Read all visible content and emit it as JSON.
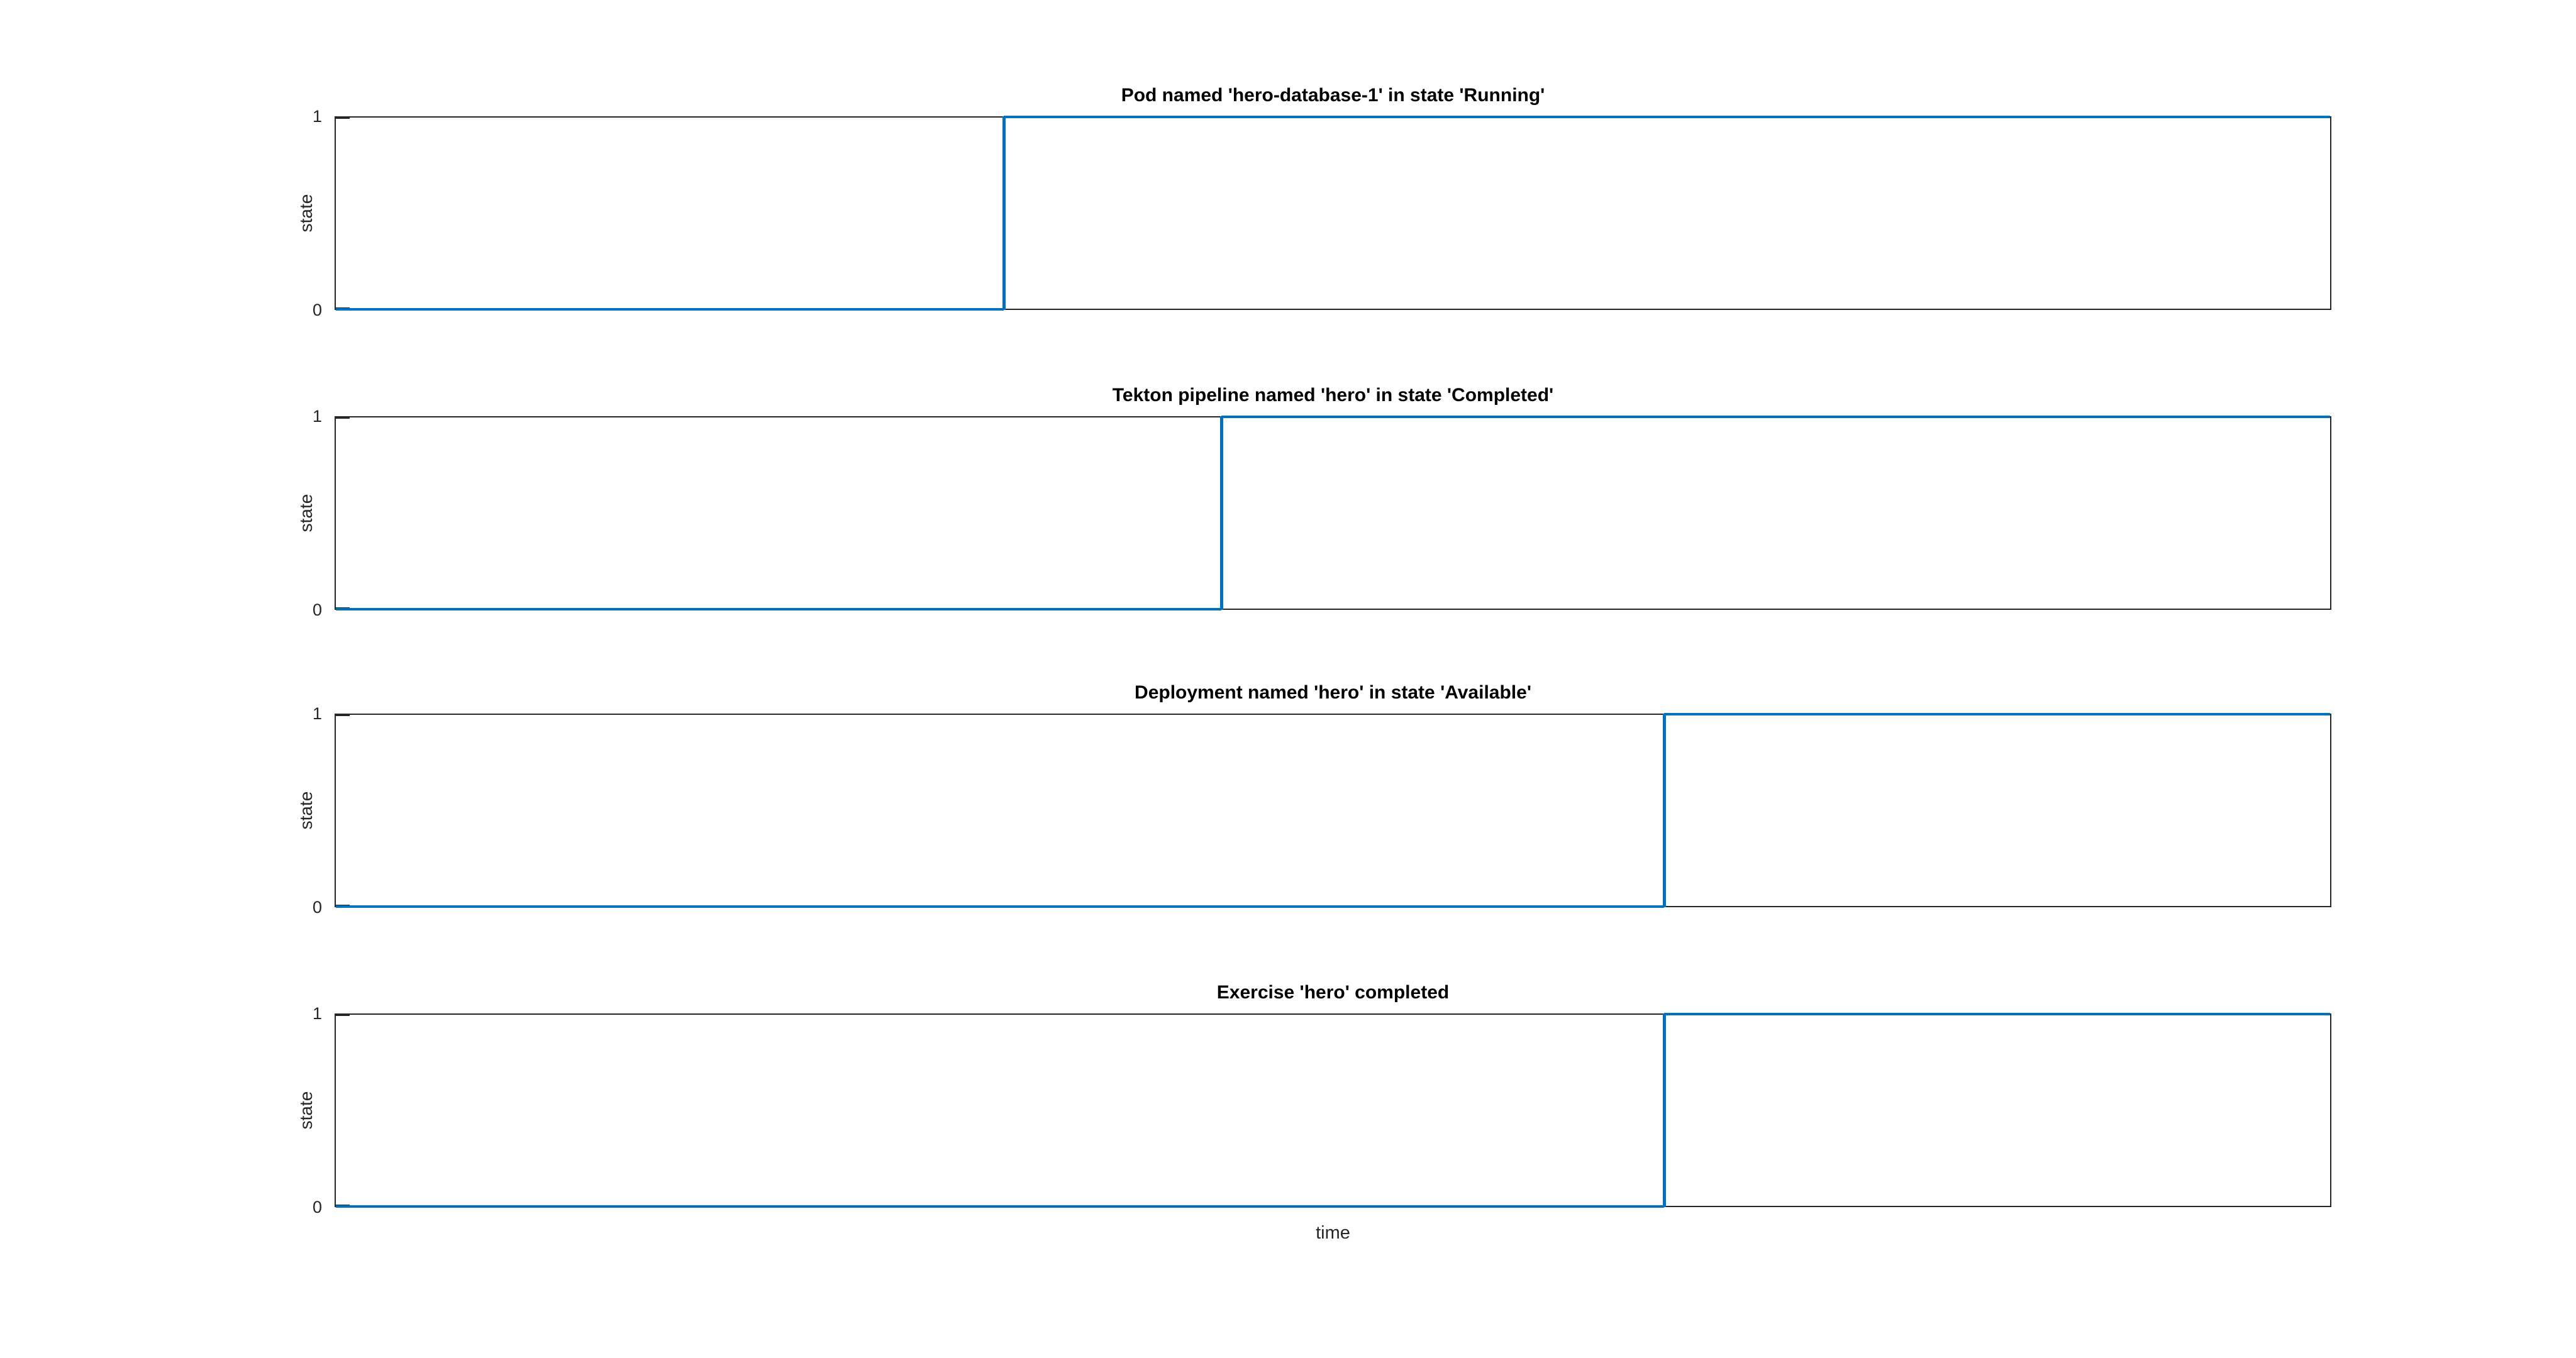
{
  "figure": {
    "xlabel": "time",
    "background_color": "#ffffff",
    "axis_color": "#262626",
    "line_color": "#0072BD",
    "title_color": "#000000"
  },
  "chart_data": [
    {
      "type": "line",
      "line_shape": "step",
      "title": "Pod named 'hero-database-1' in state 'Running'",
      "ylabel": "state",
      "yticks": [
        0,
        1
      ],
      "ylim": [
        0,
        1
      ],
      "grid": false,
      "legend": null,
      "x_axis_tick_labels": [],
      "transition_x_fraction": 0.335,
      "series": [
        {
          "name": "state",
          "points": [
            {
              "x_fraction": 0,
              "y": 0
            },
            {
              "x_fraction": 0.335,
              "y": 0
            },
            {
              "x_fraction": 0.335,
              "y": 1
            },
            {
              "x_fraction": 1,
              "y": 1
            }
          ]
        }
      ],
      "line_color": "#0072BD"
    },
    {
      "type": "line",
      "line_shape": "step",
      "title": "Tekton pipeline named 'hero' in state 'Completed'",
      "ylabel": "state",
      "yticks": [
        0,
        1
      ],
      "ylim": [
        0,
        1
      ],
      "grid": false,
      "legend": null,
      "x_axis_tick_labels": [],
      "transition_x_fraction": 0.444,
      "series": [
        {
          "name": "state",
          "points": [
            {
              "x_fraction": 0,
              "y": 0
            },
            {
              "x_fraction": 0.444,
              "y": 0
            },
            {
              "x_fraction": 0.444,
              "y": 1
            },
            {
              "x_fraction": 1,
              "y": 1
            }
          ]
        }
      ],
      "line_color": "#0072BD"
    },
    {
      "type": "line",
      "line_shape": "step",
      "title": "Deployment named 'hero' in state 'Available'",
      "ylabel": "state",
      "yticks": [
        0,
        1
      ],
      "ylim": [
        0,
        1
      ],
      "grid": false,
      "legend": null,
      "x_axis_tick_labels": [],
      "transition_x_fraction": 0.666,
      "series": [
        {
          "name": "state",
          "points": [
            {
              "x_fraction": 0,
              "y": 0
            },
            {
              "x_fraction": 0.666,
              "y": 0
            },
            {
              "x_fraction": 0.666,
              "y": 1
            },
            {
              "x_fraction": 1,
              "y": 1
            }
          ]
        }
      ],
      "line_color": "#0072BD"
    },
    {
      "type": "line",
      "line_shape": "step",
      "title": "Exercise 'hero' completed",
      "ylabel": "state",
      "yticks": [
        0,
        1
      ],
      "ylim": [
        0,
        1
      ],
      "grid": false,
      "legend": null,
      "x_axis_tick_labels": [],
      "transition_x_fraction": 0.666,
      "series": [
        {
          "name": "state",
          "points": [
            {
              "x_fraction": 0,
              "y": 0
            },
            {
              "x_fraction": 0.666,
              "y": 0
            },
            {
              "x_fraction": 0.666,
              "y": 1
            },
            {
              "x_fraction": 1,
              "y": 1
            }
          ]
        }
      ],
      "line_color": "#0072BD"
    }
  ]
}
